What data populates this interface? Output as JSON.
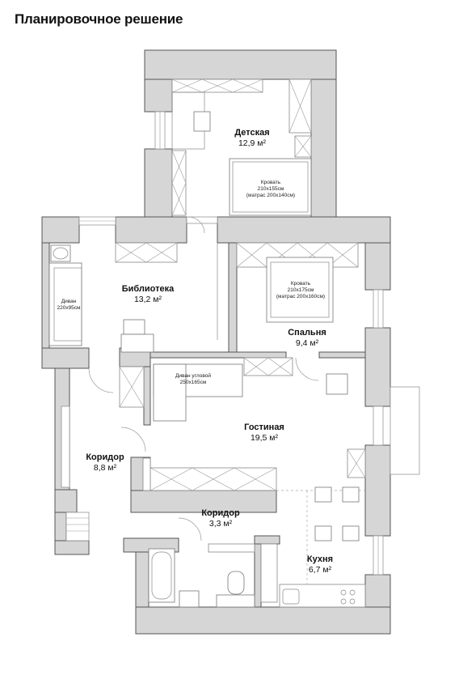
{
  "title": "Планировочное решение",
  "rooms": {
    "kids": {
      "name": "Детская",
      "area": "12,9 м²"
    },
    "library": {
      "name": "Библиотека",
      "area": "13,2 м²"
    },
    "bedroom": {
      "name": "Спальня",
      "area": "9,4 м²"
    },
    "living": {
      "name": "Гостиная",
      "area": "19,5 м²"
    },
    "corridor_main": {
      "name": "Коридор",
      "area": "8,8 м²"
    },
    "corridor_small": {
      "name": "Коридор",
      "area": "3,3 м²"
    },
    "kitchen": {
      "name": "Кухня",
      "area": "6,7 м²"
    }
  },
  "furniture": {
    "kids_bed": {
      "line1": "Кровать",
      "line2": "210x155см",
      "line3": "(матрас 200x140см)"
    },
    "bedroom_bed": {
      "line1": "Кровать",
      "line2": "210x175см",
      "line3": "(матрас 200x160см)"
    },
    "sofa": {
      "line1": "Диван",
      "line2": "220x95см"
    },
    "corner_sofa": {
      "line1": "Диван угловой",
      "line2": "250x165см"
    }
  },
  "colors": {
    "wall": "#d6d6d6",
    "wall_stroke": "#555555",
    "furniture_stroke": "#777777"
  }
}
